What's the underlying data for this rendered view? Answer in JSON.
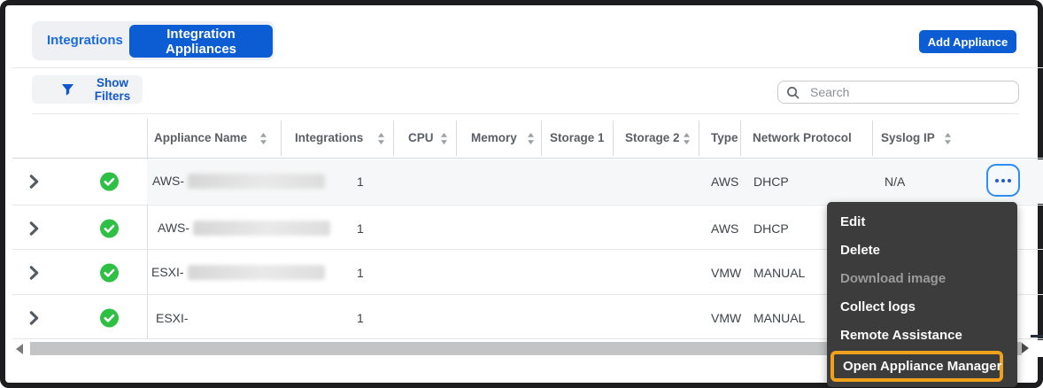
{
  "tabs": {
    "integrations": "Integrations",
    "integration_appliances": "Integration Appliances"
  },
  "header": {
    "add_appliance": "Add Appliance"
  },
  "toolbar": {
    "show_filters": "Show Filters",
    "search_placeholder": "Search"
  },
  "table": {
    "columns": [
      {
        "label": "Appliance Name",
        "sortable": true
      },
      {
        "label": "Integrations",
        "sortable": true
      },
      {
        "label": "CPU",
        "sortable": true
      },
      {
        "label": "Memory",
        "sortable": true
      },
      {
        "label": "Storage 1",
        "sortable": false
      },
      {
        "label": "Storage 2",
        "sortable": true
      },
      {
        "label": "Type",
        "sortable": false
      },
      {
        "label": "Network Protocol",
        "sortable": false
      },
      {
        "label": "Syslog IP",
        "sortable": true
      }
    ],
    "rows": [
      {
        "status": "ok",
        "name_prefix": "AWS-",
        "name_redacted": true,
        "integrations": "1",
        "type": "AWS",
        "network_protocol": "DHCP",
        "syslog_ip": "N/A",
        "selected": true
      },
      {
        "status": "ok",
        "name_prefix": "AWS-",
        "name_redacted": true,
        "integrations": "1",
        "type": "AWS",
        "network_protocol": "DHCP"
      },
      {
        "status": "ok",
        "name_prefix": "ESXI-",
        "name_redacted": true,
        "integrations": "1",
        "type": "VMW",
        "network_protocol": "MANUAL"
      },
      {
        "status": "ok",
        "name_prefix": "ESXI-",
        "name_redacted": false,
        "integrations": "1",
        "type": "VMW",
        "network_protocol": "MANUAL"
      }
    ]
  },
  "context_menu": {
    "items": [
      {
        "label": "Edit",
        "enabled": true
      },
      {
        "label": "Delete",
        "enabled": true
      },
      {
        "label": "Download image",
        "enabled": false
      },
      {
        "label": "Collect logs",
        "enabled": true
      },
      {
        "label": "Remote Assistance",
        "enabled": true
      },
      {
        "label": "Open Appliance Manager",
        "enabled": true,
        "highlighted": true
      }
    ]
  },
  "colors": {
    "accent_blue": "#0c5cd4",
    "link_blue": "#1a6ce0",
    "menu_bg": "#3d3c3c",
    "highlight_orange": "#efa11c",
    "status_green": "#2dc044",
    "kebab_border_blue": "#2f8ef5"
  }
}
